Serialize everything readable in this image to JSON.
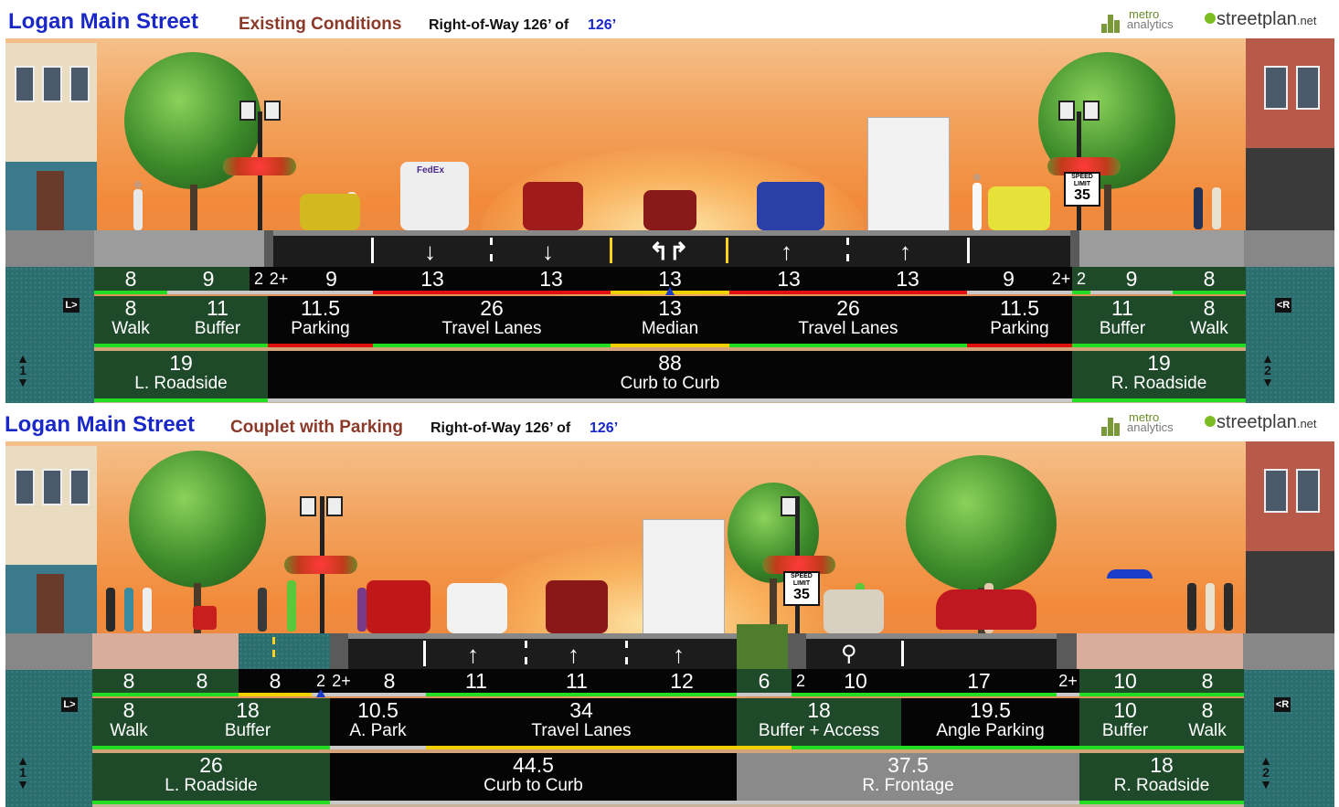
{
  "top": {
    "street_name": "Logan Main Street",
    "scenario": "Existing Conditions",
    "row_label": "Right-of-Way 126’ of",
    "row_value": "126’",
    "logo_metro_line1": "metro",
    "logo_metro_line2": "analytics",
    "logo_streetplan": "streetplan",
    "logo_streetplan_tld": ".net",
    "speed_limit_caption": "SPEED LIMIT",
    "speed_limit_value": "35",
    "truck_logo": "FedEx",
    "dims": [
      "8",
      "9",
      "2",
      "2+",
      "9",
      "13",
      "13",
      "13",
      "13",
      "13",
      "9",
      "2+",
      "2",
      "9",
      "8"
    ],
    "zones": [
      {
        "value": "8",
        "label": "Walk"
      },
      {
        "value": "11",
        "label": "Buffer"
      },
      {
        "value": "11.5",
        "label": "Parking"
      },
      {
        "value": "26",
        "label": "Travel Lanes"
      },
      {
        "value": "13",
        "label": "Median"
      },
      {
        "value": "26",
        "label": "Travel Lanes"
      },
      {
        "value": "11.5",
        "label": "Parking"
      },
      {
        "value": "11",
        "label": "Buffer"
      },
      {
        "value": "8",
        "label": "Walk"
      }
    ],
    "totals": [
      {
        "value": "19",
        "label": "L. Roadside"
      },
      {
        "value": "88",
        "label": "Curb to Curb"
      },
      {
        "value": "19",
        "label": "R. Roadside"
      }
    ],
    "left_marker": "L>",
    "right_marker": "<R",
    "left_section": "1",
    "right_section": "2"
  },
  "bottom": {
    "street_name": "Logan Main Street",
    "scenario": "Couplet with Parking",
    "row_label": "Right-of-Way 126’ of",
    "row_value": "126’",
    "logo_metro_line1": "metro",
    "logo_metro_line2": "analytics",
    "logo_streetplan": "streetplan",
    "logo_streetplan_tld": ".net",
    "speed_limit_caption": "SPEED LIMIT",
    "speed_limit_value": "35",
    "dims": [
      "8",
      "8",
      "8",
      "2",
      "2+",
      "8",
      "11",
      "11",
      "12",
      "6",
      "2",
      "10",
      "17",
      "2+",
      "10",
      "8"
    ],
    "zones": [
      {
        "value": "8",
        "label": "Walk"
      },
      {
        "value": "18",
        "label": "Buffer"
      },
      {
        "value": "10.5",
        "label": "A. Park"
      },
      {
        "value": "34",
        "label": "Travel Lanes"
      },
      {
        "value": "18",
        "label": "Buffer + Access"
      },
      {
        "value": "19.5",
        "label": "Angle Parking"
      },
      {
        "value": "10",
        "label": "Buffer"
      },
      {
        "value": "8",
        "label": "Walk"
      }
    ],
    "totals": [
      {
        "value": "26",
        "label": "L. Roadside"
      },
      {
        "value": "44.5",
        "label": "Curb to Curb"
      },
      {
        "value": "37.5",
        "label": "R. Frontage"
      },
      {
        "value": "18",
        "label": "R. Roadside"
      }
    ],
    "left_marker": "L>",
    "right_marker": "<R",
    "left_section": "1",
    "right_section": "2"
  },
  "colors": {
    "title_blue": "#1a28c8",
    "scenario_brown": "#8b3a2a",
    "legend_green": "#1f4a2a",
    "stripe_green": "#22dd22",
    "stripe_red": "#e01010",
    "stripe_yellow": "#f0d000",
    "stripe_gray": "#c8c8c8"
  }
}
